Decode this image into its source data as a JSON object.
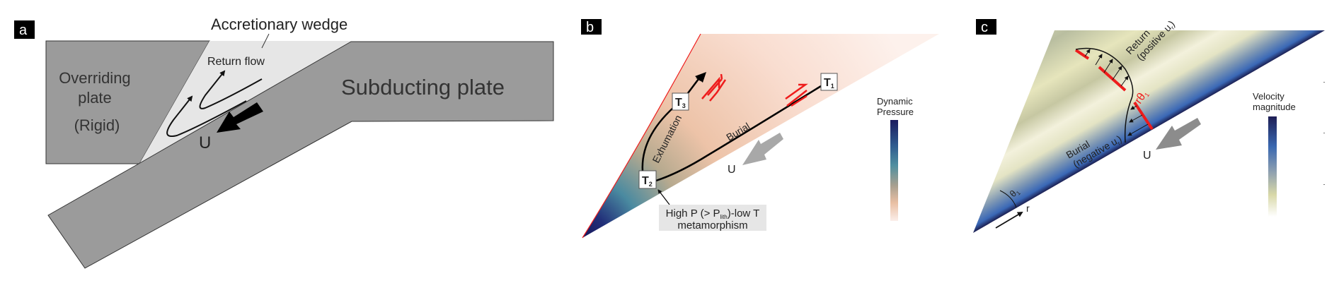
{
  "colors": {
    "plate_gray": "#9b9b9b",
    "wedge_light_gray": "#e6e6e6",
    "shear_red": "#ee1c1c",
    "velocity_arrow_gray": "#a8a8a8",
    "annotation_box": "#e6e6e6"
  },
  "panel_a": {
    "label": "a",
    "accretionary_wedge": "Accretionary wedge",
    "return_flow": "Return flow",
    "overriding_line1": "Overriding",
    "overriding_line2": "plate",
    "overriding_line3": "(Rigid)",
    "subducting_plate": "Subducting plate",
    "velocity": "U"
  },
  "panel_b": {
    "label": "b",
    "t1": {
      "main": "T",
      "sub": "1"
    },
    "t2": {
      "main": "T",
      "sub": "2"
    },
    "t3": {
      "main": "T",
      "sub": "3"
    },
    "exhumation": "Exhumation",
    "burial": "Burial",
    "velocity": "U",
    "annotation": {
      "line1_a": "High P (> P",
      "line1_sub": "lith",
      "line1_b": ")-low T",
      "line2": "metamorphism"
    },
    "colorbar": {
      "title_line1": "Dynamic",
      "title_line2": "Pressure",
      "colors": [
        "#1b1b5e",
        "#2e5a8e",
        "#4f8fa0",
        "#a8a090",
        "#e9bfa3",
        "#fbeeea"
      ]
    }
  },
  "panel_c": {
    "label": "c",
    "return_line1": "Return",
    "return_line2_a": "(positive u",
    "return_line2_sub": "r",
    "return_line2_b": ")",
    "burial_line1": "Burial",
    "burial_line2_a": "(negative u",
    "burial_line2_sub": "r",
    "burial_line2_b": ")",
    "r_theta": {
      "main": "rθ",
      "sub": "1"
    },
    "theta": {
      "main": "θ",
      "sub": "1"
    },
    "r_axis": "r",
    "velocity": "U",
    "colorbar": {
      "title_line1": "Velocity",
      "title_line2": "magnitude",
      "colors": [
        "#1e1e55",
        "#3a68b0",
        "#8d9fb0",
        "#d8d8a8",
        "#ffffff"
      ]
    }
  }
}
